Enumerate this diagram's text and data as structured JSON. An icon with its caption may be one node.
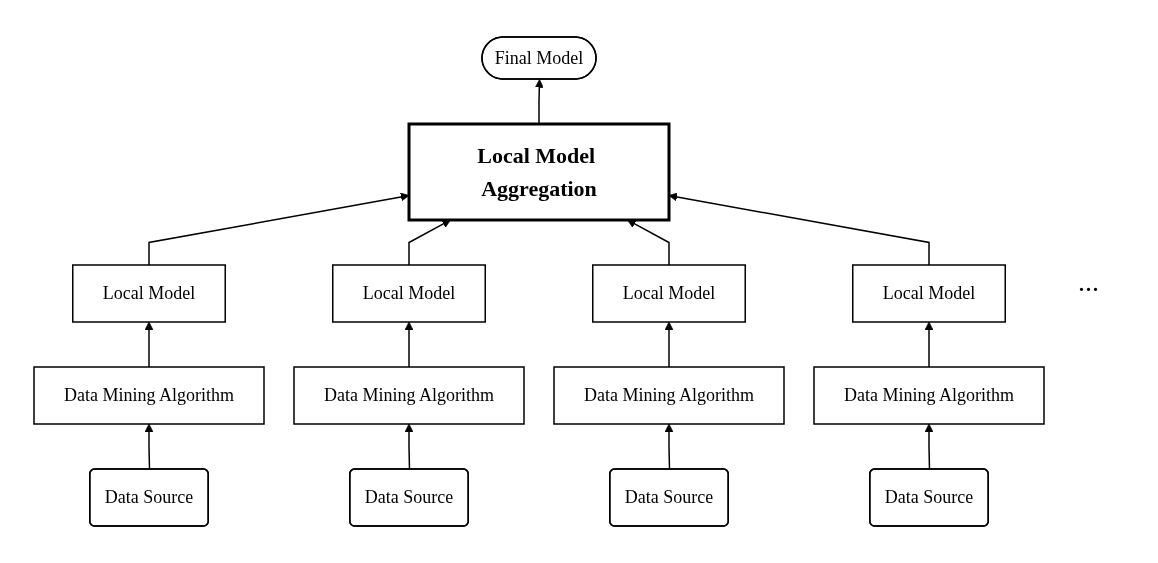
{
  "diagram": {
    "nodes": [
      {
        "text": [
          "Local Model Aggregation"
        ]
      },
      {
        "text": [
          "Final Model"
        ]
      },
      {
        "text": [
          "Local Model"
        ]
      },
      {
        "text": [
          "Local Model"
        ]
      },
      {
        "text": [
          "Local Model"
        ]
      },
      {
        "text": [
          "Local Model"
        ]
      },
      {
        "text": [
          "Data Mining Algorithm"
        ]
      },
      {
        "text": [
          "Data Mining Algorithm"
        ]
      },
      {
        "text": [
          "Data Mining Algorithm"
        ]
      },
      {
        "text": [
          "Data Mining Algorithm"
        ]
      },
      {
        "text": [
          "Data Source"
        ]
      },
      {
        "text": [
          "Data Source"
        ]
      },
      {
        "text": [
          "Data Source"
        ]
      },
      {
        "text": [
          "Data Source"
        ]
      }
    ],
    "edges": [
      {
        "from": 0,
        "to": 1,
        "arrow": "to"
      },
      {
        "from": 2,
        "to": 0,
        "arrow": "to"
      },
      {
        "from": 3,
        "to": 0,
        "arrow": "to"
      },
      {
        "from": 4,
        "to": 0,
        "arrow": "to"
      },
      {
        "from": 5,
        "to": 0,
        "arrow": "to"
      },
      {
        "from": 6,
        "to": 2,
        "arrow": "to"
      },
      {
        "from": 7,
        "to": 3,
        "arrow": "to"
      },
      {
        "from": 8,
        "to": 4,
        "arrow": "to"
      },
      {
        "from": 9,
        "to": 5,
        "arrow": "to"
      },
      {
        "from": 10,
        "to": 6,
        "arrow": "to"
      },
      {
        "from": 11,
        "to": 7,
        "arrow": "to"
      },
      {
        "from": 12,
        "to": 8,
        "arrow": "to"
      },
      {
        "from": 13,
        "to": 9,
        "arrow": "to"
      }
    ],
    "labels": [
      "..."
    ]
  }
}
